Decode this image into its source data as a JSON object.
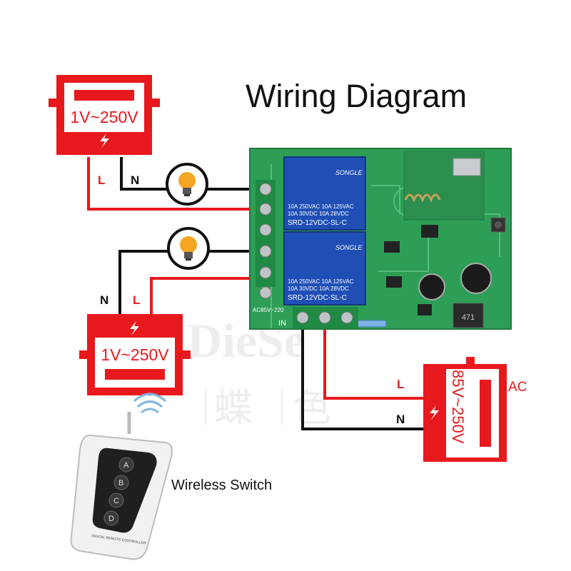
{
  "title": "Wiring Diagram",
  "supply_top": {
    "voltage": "1V~250V"
  },
  "supply_bottom": {
    "voltage": "1V~250V"
  },
  "supply_ac": {
    "voltage": "85V~250V",
    "tag": "AC"
  },
  "wire_labels": {
    "top_L": "L",
    "top_N": "N",
    "bottom_N": "N",
    "bottom_L": "L",
    "ac_L": "L",
    "ac_N": "N"
  },
  "relays": [
    {
      "brand": "SONGLE",
      "line1": "10A 250VAC  10A 125VAC",
      "line2": "10A 30VDC   10A 28VDC",
      "model": "SRD-12VDC-SL-C"
    },
    {
      "brand": "SONGLE",
      "line1": "10A 250VAC  10A 125VAC",
      "line2": "10A 30VDC   10A 28VDC",
      "model": "SRD-12VDC-SL-C"
    }
  ],
  "board": {
    "input_label": "IN",
    "ac_rating": "AC85V~220",
    "inductor_code": "471"
  },
  "remote": {
    "buttons": [
      "A",
      "B",
      "C",
      "D"
    ],
    "footer": "DIGITAL REMOTE CONTROLLER"
  },
  "wireless_label": "Wireless Switch",
  "watermark": {
    "latin": "DieSe",
    "cjk_1": "蝶",
    "cjk_2": "色"
  },
  "colors": {
    "supply_red": "#e8191d",
    "wire_black": "#111111",
    "wire_red": "#e8191d",
    "pcb_green": "#2e9e57",
    "relay_blue": "#1f4fb5",
    "terminal_green": "#1e8a44"
  }
}
